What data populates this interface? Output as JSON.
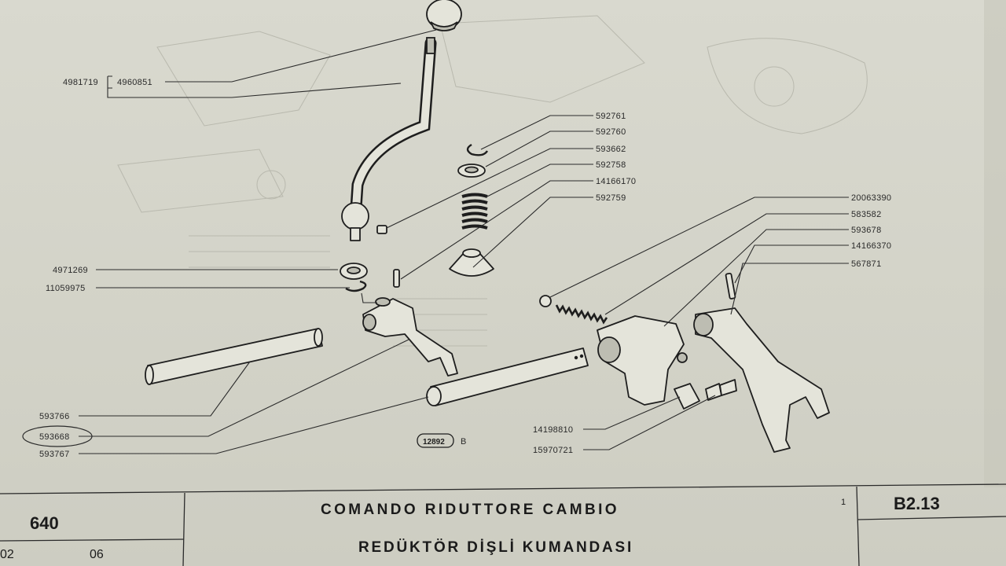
{
  "diagram": {
    "figure_code": "12892",
    "figure_suffix": "B",
    "labels": {
      "knob": "4960851",
      "lever": "4981719",
      "circlip_top": "592761",
      "retainer_ring": "592760",
      "pin_small": "593662",
      "spring": "592758",
      "roll_pin": "14166170",
      "boot": "592759",
      "seal_ring": "4971269",
      "circlip_lower": "11059975",
      "ball": "20063390",
      "detent_spring": "583582",
      "bracket": "593678",
      "roll_pin_fork": "14166370",
      "fork": "567871",
      "shaft_left": "593766",
      "selector": "593668",
      "shaft_right": "593767",
      "plate": "14198810",
      "bolt": "15970721"
    }
  },
  "title_block": {
    "model": "640",
    "code_left": "02",
    "code_right": "06",
    "title_it": "COMANDO RIDUTTORE CAMBIO",
    "title_tr": "REDÜKTÖR DİŞLİ KUMANDASI",
    "sheet_mark": "1",
    "page_code": "B2.13"
  }
}
